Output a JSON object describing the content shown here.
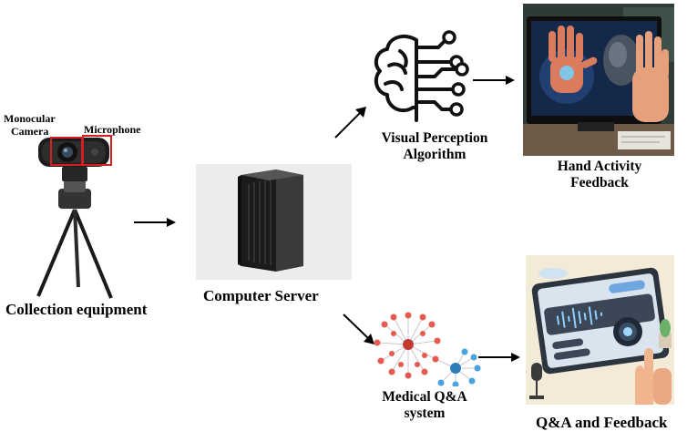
{
  "labels": {
    "monocular_camera_line1": "Monocular",
    "monocular_camera_line2": "Camera",
    "microphone": "Microphone",
    "collection_equipment": "Collection equipment",
    "computer_server": "Computer Server",
    "visual_perception_line1": "Visual Perception",
    "visual_perception_line2": "Algorithm",
    "hand_activity_line1": "Hand Activity",
    "hand_activity_line2": "Feedback",
    "medical_qa_line1": "Medical Q&A",
    "medical_qa_line2": "system",
    "qa_feedback": "Q&A and Feedback"
  },
  "colors": {
    "highlight_box": "#d62020",
    "arrow": "#000000",
    "server_bg": "#ececec",
    "graph_node_red": "#e85a4f",
    "graph_node_blue": "#4aa3df"
  },
  "icons": {
    "camera": "webcam-on-tripod-icon",
    "server": "server-tower-icon",
    "brain": "brain-network-icon",
    "hand_screen": "hand-on-screen-illustration",
    "knowledge_graph": "knowledge-graph-icon",
    "qa_tablet": "voice-qa-tablet-illustration"
  }
}
